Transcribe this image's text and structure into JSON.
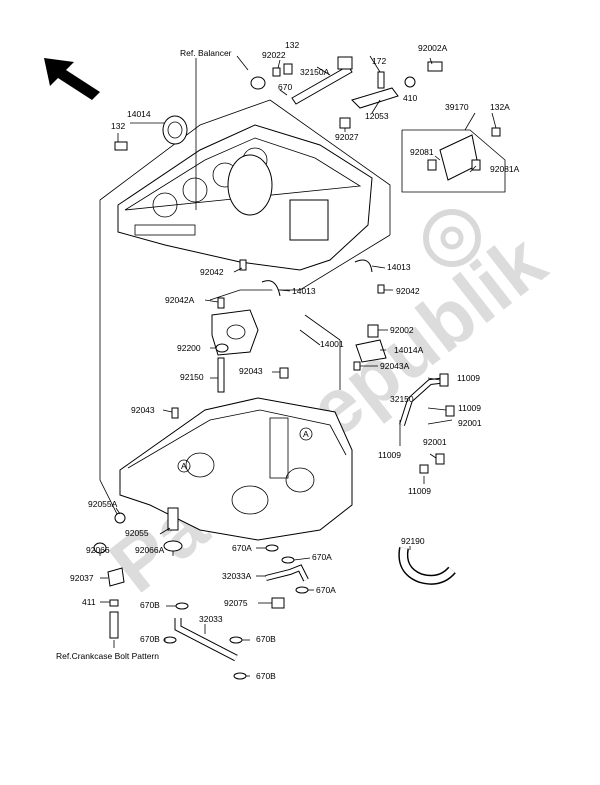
{
  "watermark": {
    "text": "PartsRepublik"
  },
  "references": {
    "balancer": "Ref. Balancer",
    "bolt_pattern": "Ref.Crankcase Bolt Pattern"
  },
  "markers": {
    "a": "A"
  },
  "labels": [
    "132",
    "92022",
    "32150A",
    "172",
    "92002A",
    "14014",
    "132",
    "670",
    "410",
    "12053",
    "92027",
    "39170",
    "132A",
    "92081",
    "92081A",
    "92042",
    "14013",
    "14013",
    "92042",
    "92042A",
    "92002",
    "14001",
    "14014A",
    "92200",
    "92043A",
    "92150",
    "92043",
    "11009",
    "32150",
    "11009",
    "92001",
    "92043",
    "11009",
    "92001",
    "11009",
    "92055A",
    "92055",
    "92066",
    "92066A",
    "670A",
    "670A",
    "92190",
    "32033A",
    "670A",
    "92037",
    "411",
    "92075",
    "670B",
    "32033",
    "670B",
    "670B",
    "670B"
  ]
}
